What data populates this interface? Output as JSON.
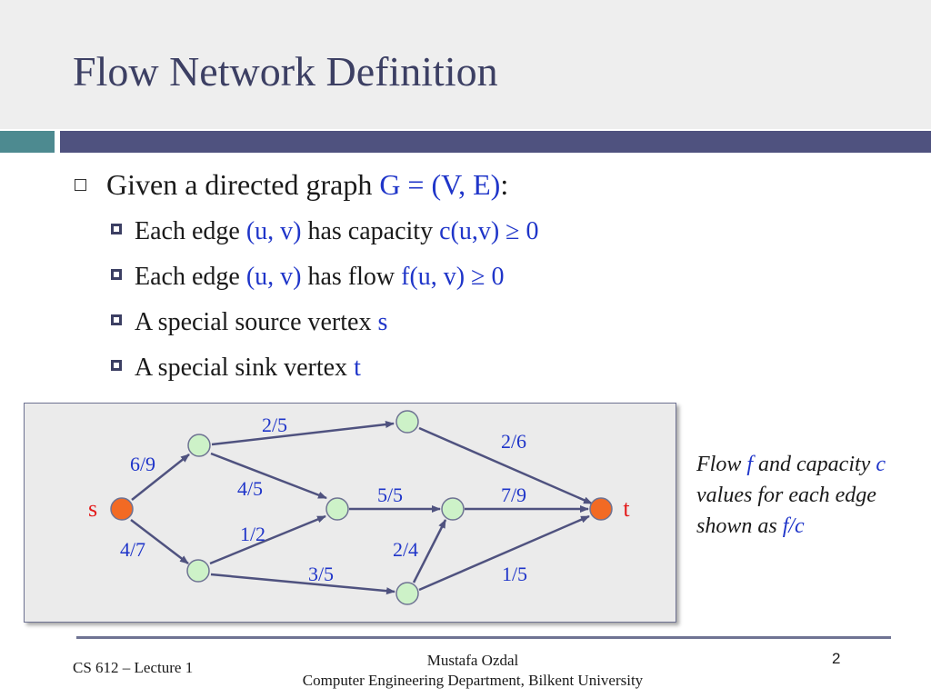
{
  "slide": {
    "title": "Flow Network Definition",
    "bullets": {
      "main": {
        "text": "Given a directed graph ",
        "highlight": "G = (V, E)",
        "suffix": ":"
      },
      "sub": [
        {
          "text": "Each edge ",
          "h1": "(u, v)",
          "mid": " has capacity ",
          "h2": "c(u,v) ≥ 0"
        },
        {
          "text": "Each edge ",
          "h1": "(u, v)",
          "mid": " has flow ",
          "h2": "f(u, v) ≥ 0"
        },
        {
          "text": "A special source vertex ",
          "h1": "s",
          "mid": "",
          "h2": ""
        },
        {
          "text": "A special sink vertex ",
          "h1": "t",
          "mid": "",
          "h2": ""
        }
      ]
    },
    "note": {
      "line1_a": "Flow ",
      "line1_f": "f",
      "line1_b": " and capacity ",
      "line1_c": "c",
      "line2": "values for each edge",
      "line3_a": "shown as ",
      "line3_fc": "f/c"
    },
    "footer": {
      "course": "CS 612 – Lecture 1",
      "author": "Mustafa Ozdal",
      "department": "Computer Engineering Department, Bilkent University",
      "page": "2"
    }
  },
  "diagram": {
    "source_label": "s",
    "sink_label": "t",
    "edge_labels": [
      "2/5",
      "2/6",
      "6/9",
      "4/5",
      "5/5",
      "7/9",
      "1/2",
      "4/7",
      "2/4",
      "3/5",
      "1/5"
    ],
    "colors": {
      "terminal_node": "#f26a24",
      "inner_node": "#cdf2c8",
      "edge": "#4f527f",
      "label": "#1f35c9",
      "terminal_label": "#e31b1b"
    }
  }
}
